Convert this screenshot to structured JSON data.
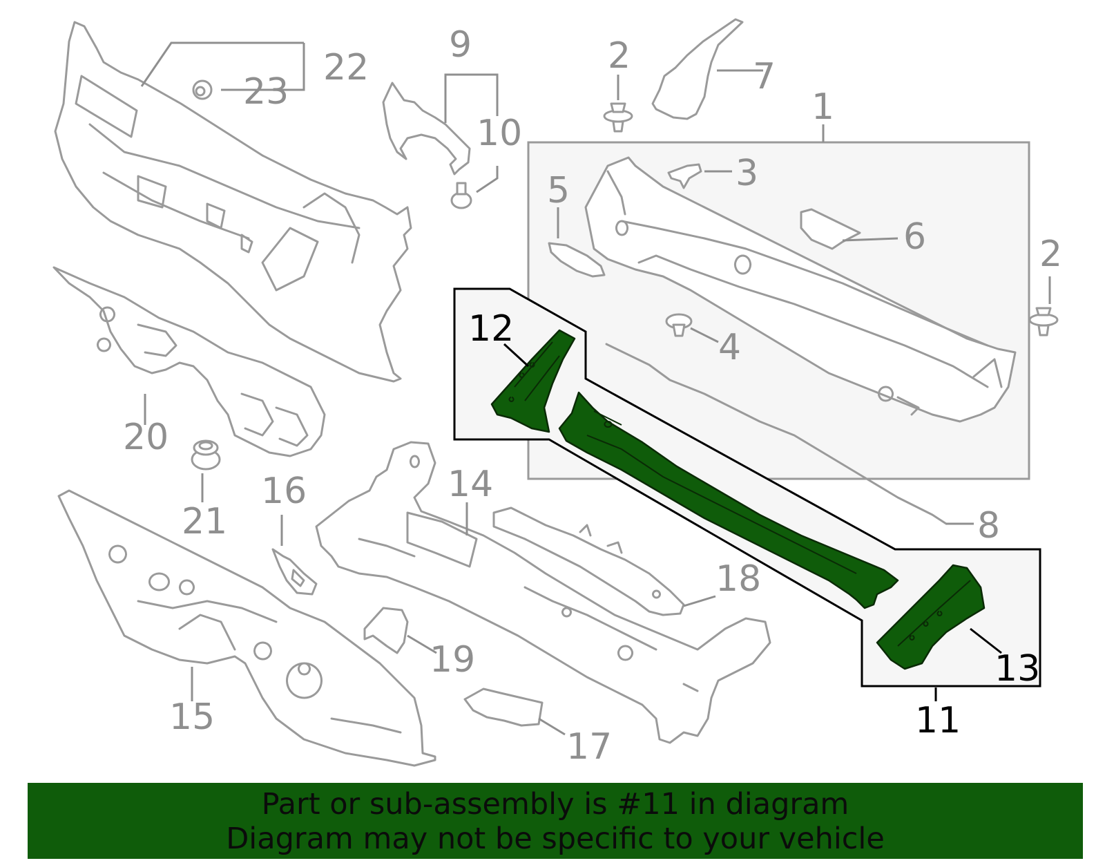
{
  "labels": {
    "n1": "1",
    "n2a": "2",
    "n2b": "2",
    "n3": "3",
    "n4": "4",
    "n5": "5",
    "n6": "6",
    "n7": "7",
    "n8": "8",
    "n9": "9",
    "n10": "10",
    "n11": "11",
    "n12": "12",
    "n13": "13",
    "n14": "14",
    "n15": "15",
    "n16": "16",
    "n17": "17",
    "n18": "18",
    "n19": "19",
    "n20": "20",
    "n21": "21",
    "n22": "22",
    "n23": "23"
  },
  "highlighted_part": "11",
  "colors": {
    "highlight": "#0f5c0a",
    "line": "#9a9a9a",
    "box_fill": "#f6f6f6"
  },
  "banner": {
    "line1": "Part or sub-assembly is #11 in diagram",
    "line2": "Diagram may not be specific to your vehicle"
  }
}
